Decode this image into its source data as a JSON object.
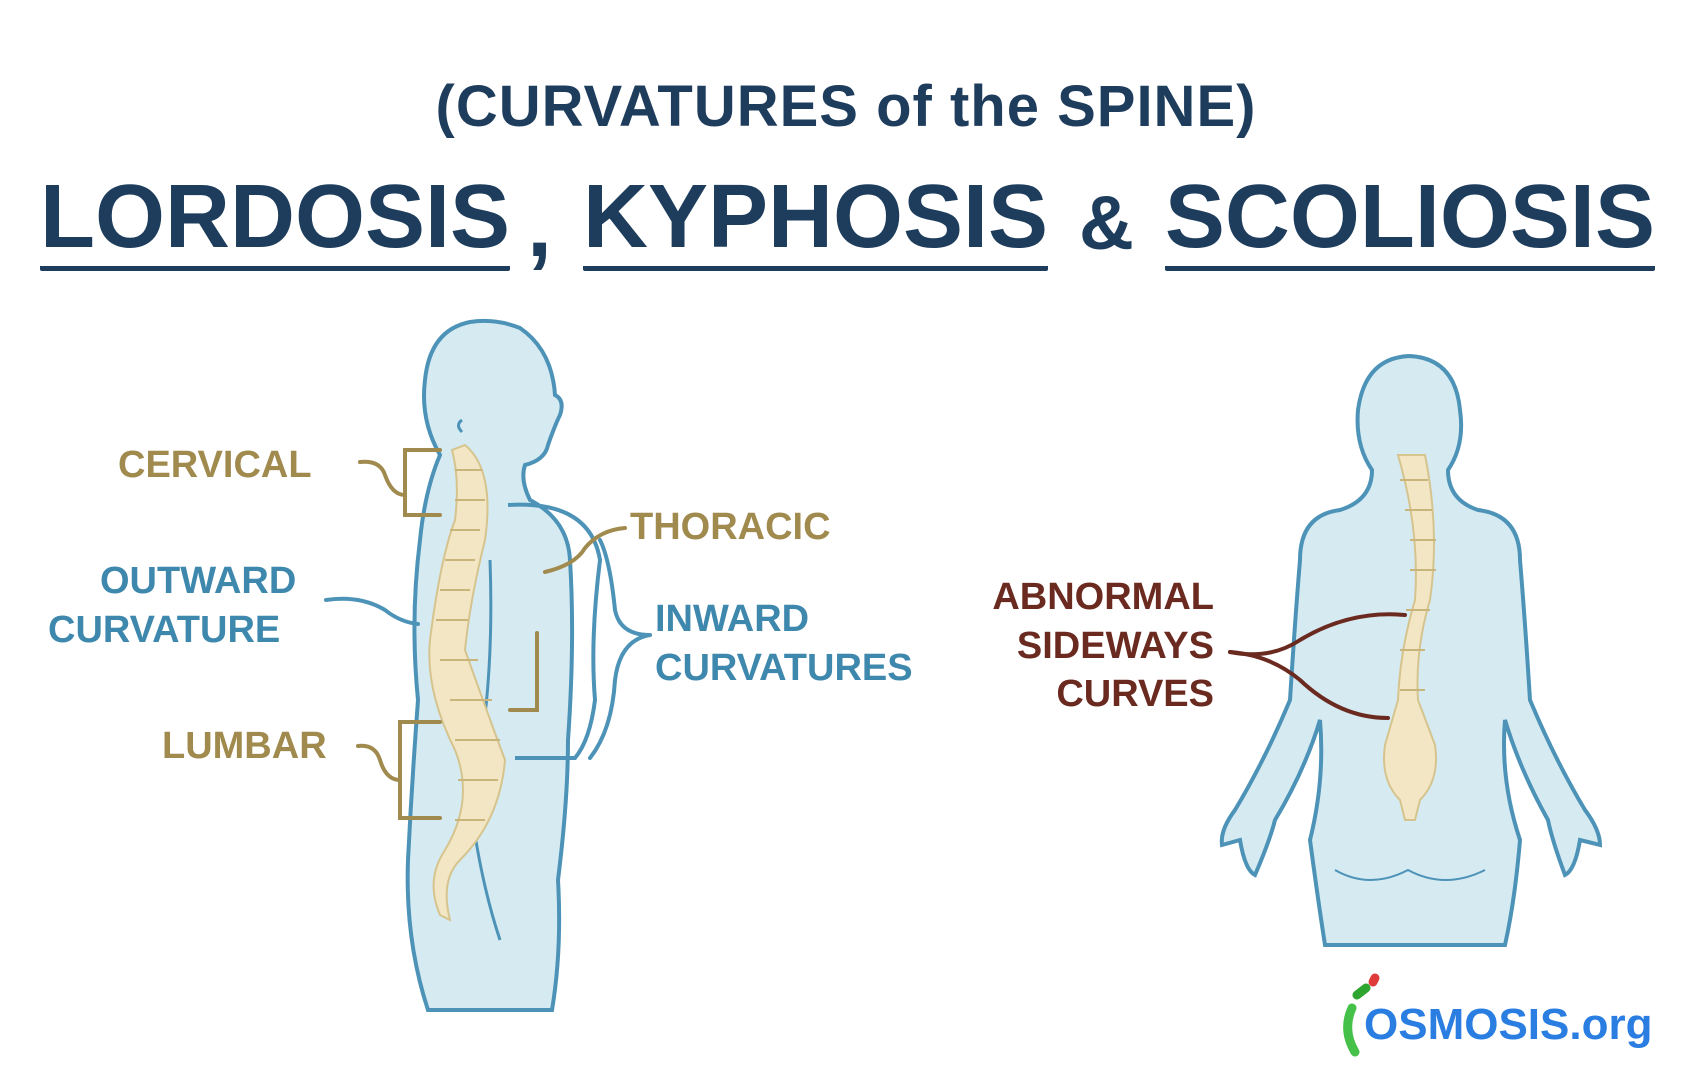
{
  "title": {
    "subtitle": "(CURVATURES of the SPINE)",
    "words": [
      "LORDOSIS",
      ",",
      "KYPHOSIS",
      "&",
      "SCOLIOSIS"
    ]
  },
  "side_view": {
    "labels": {
      "cervical": "CERVICAL",
      "thoracic": "THORACIC",
      "lumbar": "LUMBAR",
      "outward_1": "OUTWARD",
      "outward_2": "CURVATURE",
      "inward_1": "INWARD",
      "inward_2": "CURVATURES"
    }
  },
  "back_view": {
    "labels": [
      "ABNORMAL",
      "SIDEWAYS",
      "CURVES"
    ]
  },
  "logo": {
    "text": "OSMOSIS.org"
  },
  "colors": {
    "title": "#1e3d5c",
    "body_fill": "#d6eaf2",
    "body_outline": "#4d93b8",
    "spine": "#f2e6c4",
    "gold_label": "#a08a4e",
    "blue_label": "#3f88ad",
    "brown_label": "#6b2a1f",
    "logo_blue": "#2a7de1"
  }
}
